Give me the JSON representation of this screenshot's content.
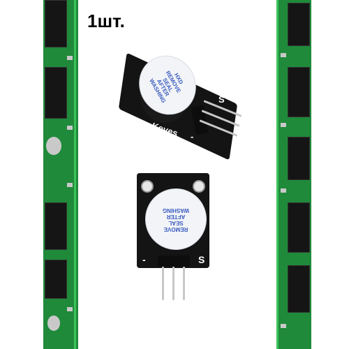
{
  "caption": "1шт.",
  "top_module": {
    "brand": "Keyes",
    "pin_signal": "S",
    "pin_ground": "-",
    "sticker_lines": [
      "HXD",
      "REMOVE",
      "SEAL",
      "AFTER",
      "WASHING"
    ]
  },
  "bottom_module": {
    "pin_signal": "S",
    "pin_ground": "-",
    "sticker_lines": [
      "REMOVE",
      "SEAL",
      "AFTER",
      "WASHING"
    ]
  },
  "colors": {
    "pcb_green": "#1f8a3a",
    "board_black": "#141414",
    "sticker_text": "#3a5bbf"
  }
}
